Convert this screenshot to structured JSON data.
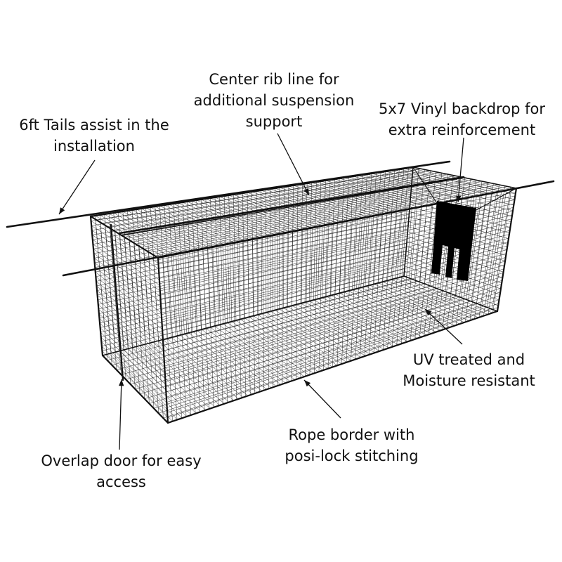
{
  "colors": {
    "line": "#111111",
    "mesh": "#2a2a2a",
    "backdrop": "#000000",
    "background": "#ffffff"
  },
  "labels": {
    "center_rib": {
      "line1": "Center rib line for",
      "line2": "additional suspension",
      "line3": "support"
    },
    "tails": {
      "line1": "6ft Tails assist in the",
      "line2": "installation"
    },
    "backdrop": {
      "line1": "5x7 Vinyl backdrop for",
      "line2": "extra reinforcement"
    },
    "uv": {
      "line1": "UV treated and",
      "line2": "Moisture resistant"
    },
    "rope": {
      "line1": "Rope border with",
      "line2": "posi-lock stitching"
    },
    "door": {
      "line1": "Overlap door for easy",
      "line2": "access"
    }
  }
}
